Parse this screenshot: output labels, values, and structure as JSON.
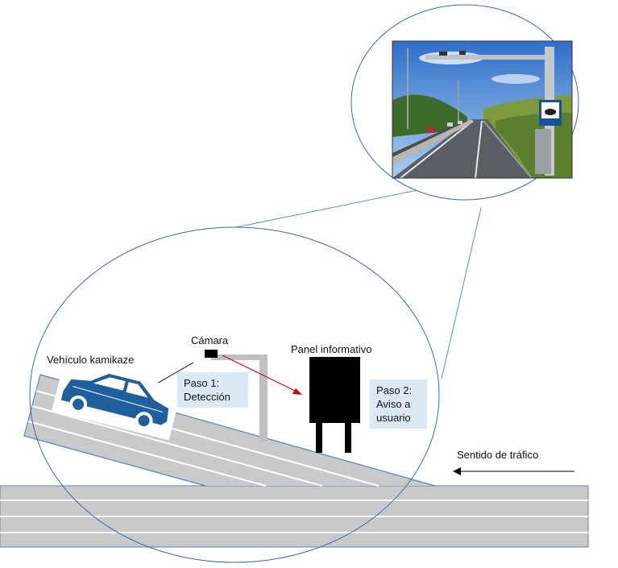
{
  "labels": {
    "camera": "Cámara",
    "vehicle": "Vehículo kamikaze",
    "panel": "Panel informativo",
    "traffic_direction": "Sentido de tráfico"
  },
  "steps": {
    "step1": "Paso 1:\nDetección",
    "step2": "Paso 2:\nAviso a\nusuario"
  },
  "colors": {
    "circle_stroke": "#3a6aa8",
    "road": "#c9c9c9",
    "road_edge": "#5b82b8",
    "lane_line": "#ffffff",
    "car": "#1f5f9e",
    "panel": "#000000",
    "gantry": "#c0c0c0",
    "detection_arrow": "#cc0000",
    "step_box": "#dce9f5"
  },
  "icons": {
    "vehicle": "car-icon",
    "camera": "camera-icon",
    "photo": "road-photo"
  }
}
